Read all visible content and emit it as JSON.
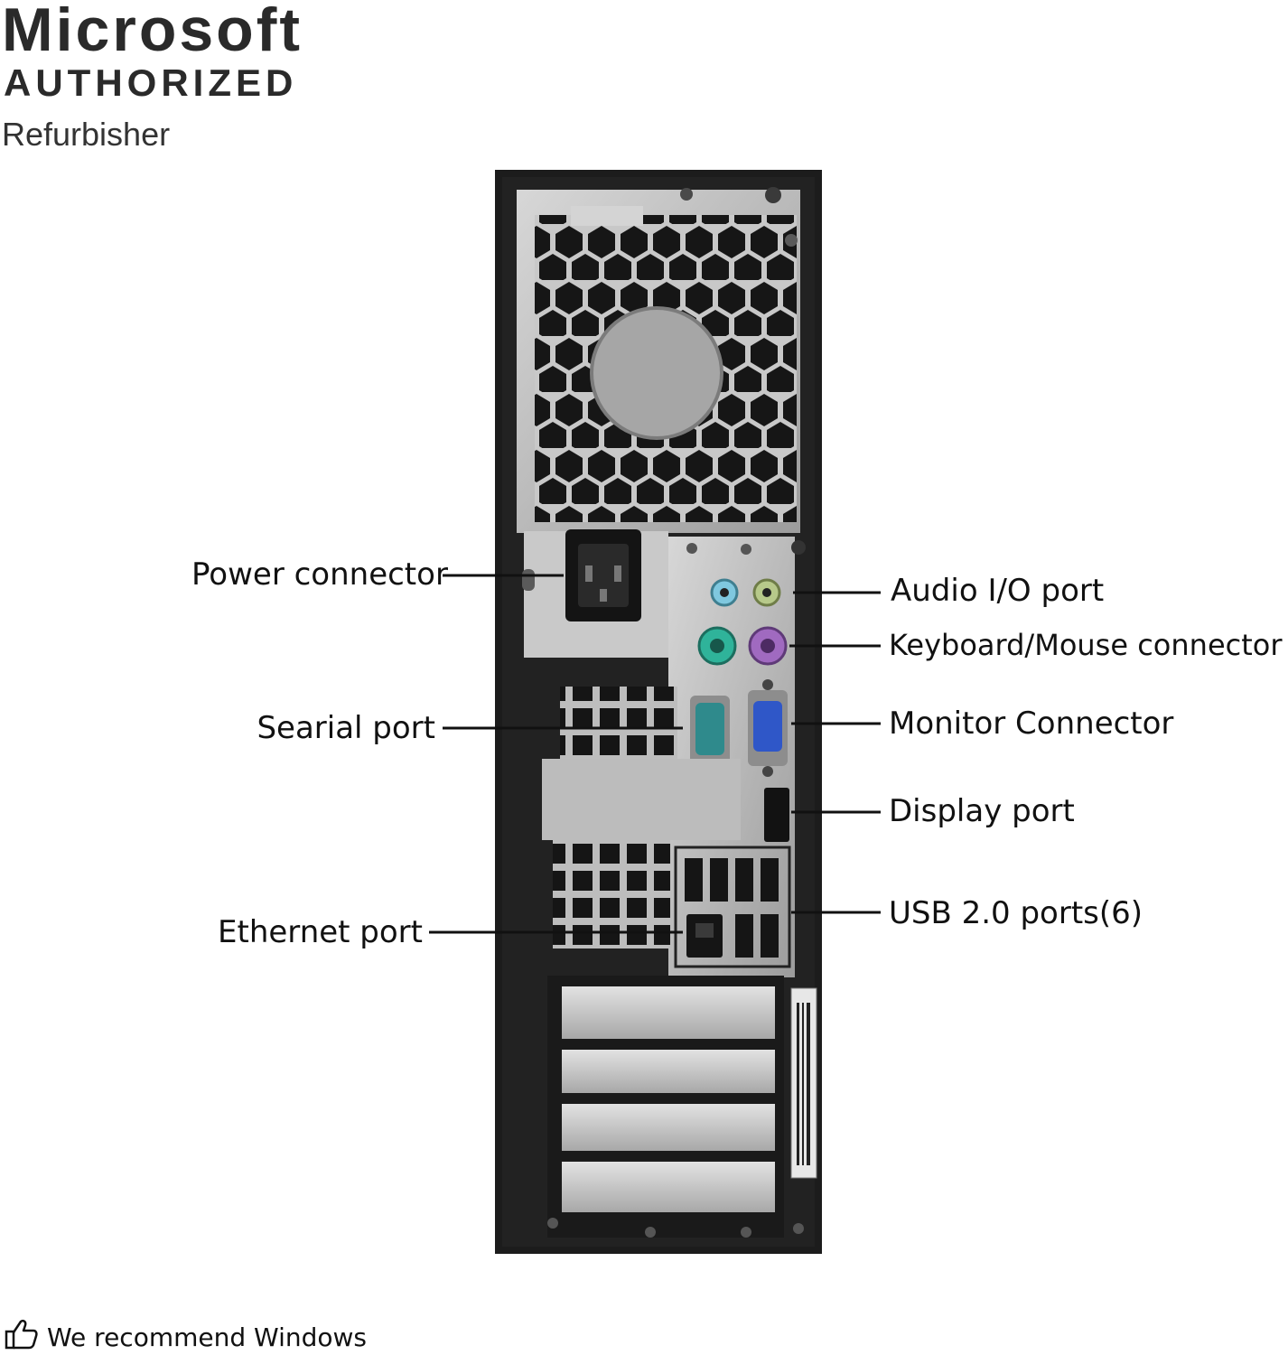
{
  "brand": {
    "line1": "Microsoft",
    "line2": "AUTHORIZED",
    "line3": "Refurbisher"
  },
  "callouts": {
    "power": "Power connector",
    "serial": "Searial port",
    "ethernet": "Ethernet port",
    "audio": "Audio I/O port",
    "keyboard_mouse": "Keyboard/Mouse connector",
    "monitor": "Monitor Connector",
    "display": "Display port",
    "usb": "USB 2.0 ports(6)"
  },
  "footer": {
    "text": "We recommend Windows",
    "icon": "thumbs-up-icon"
  },
  "colors": {
    "chassis": "#1c1c1c",
    "psu_panel": "#9a9a9a",
    "io_panel": "#b9b9b9",
    "ps2_keyboard": "#2fb39a",
    "ps2_mouse": "#a06ac0",
    "audio_blue": "#7fc8df",
    "audio_green": "#b7c98a",
    "vga_blue": "#2f57c8",
    "serial_teal": "#2f8a8c"
  }
}
